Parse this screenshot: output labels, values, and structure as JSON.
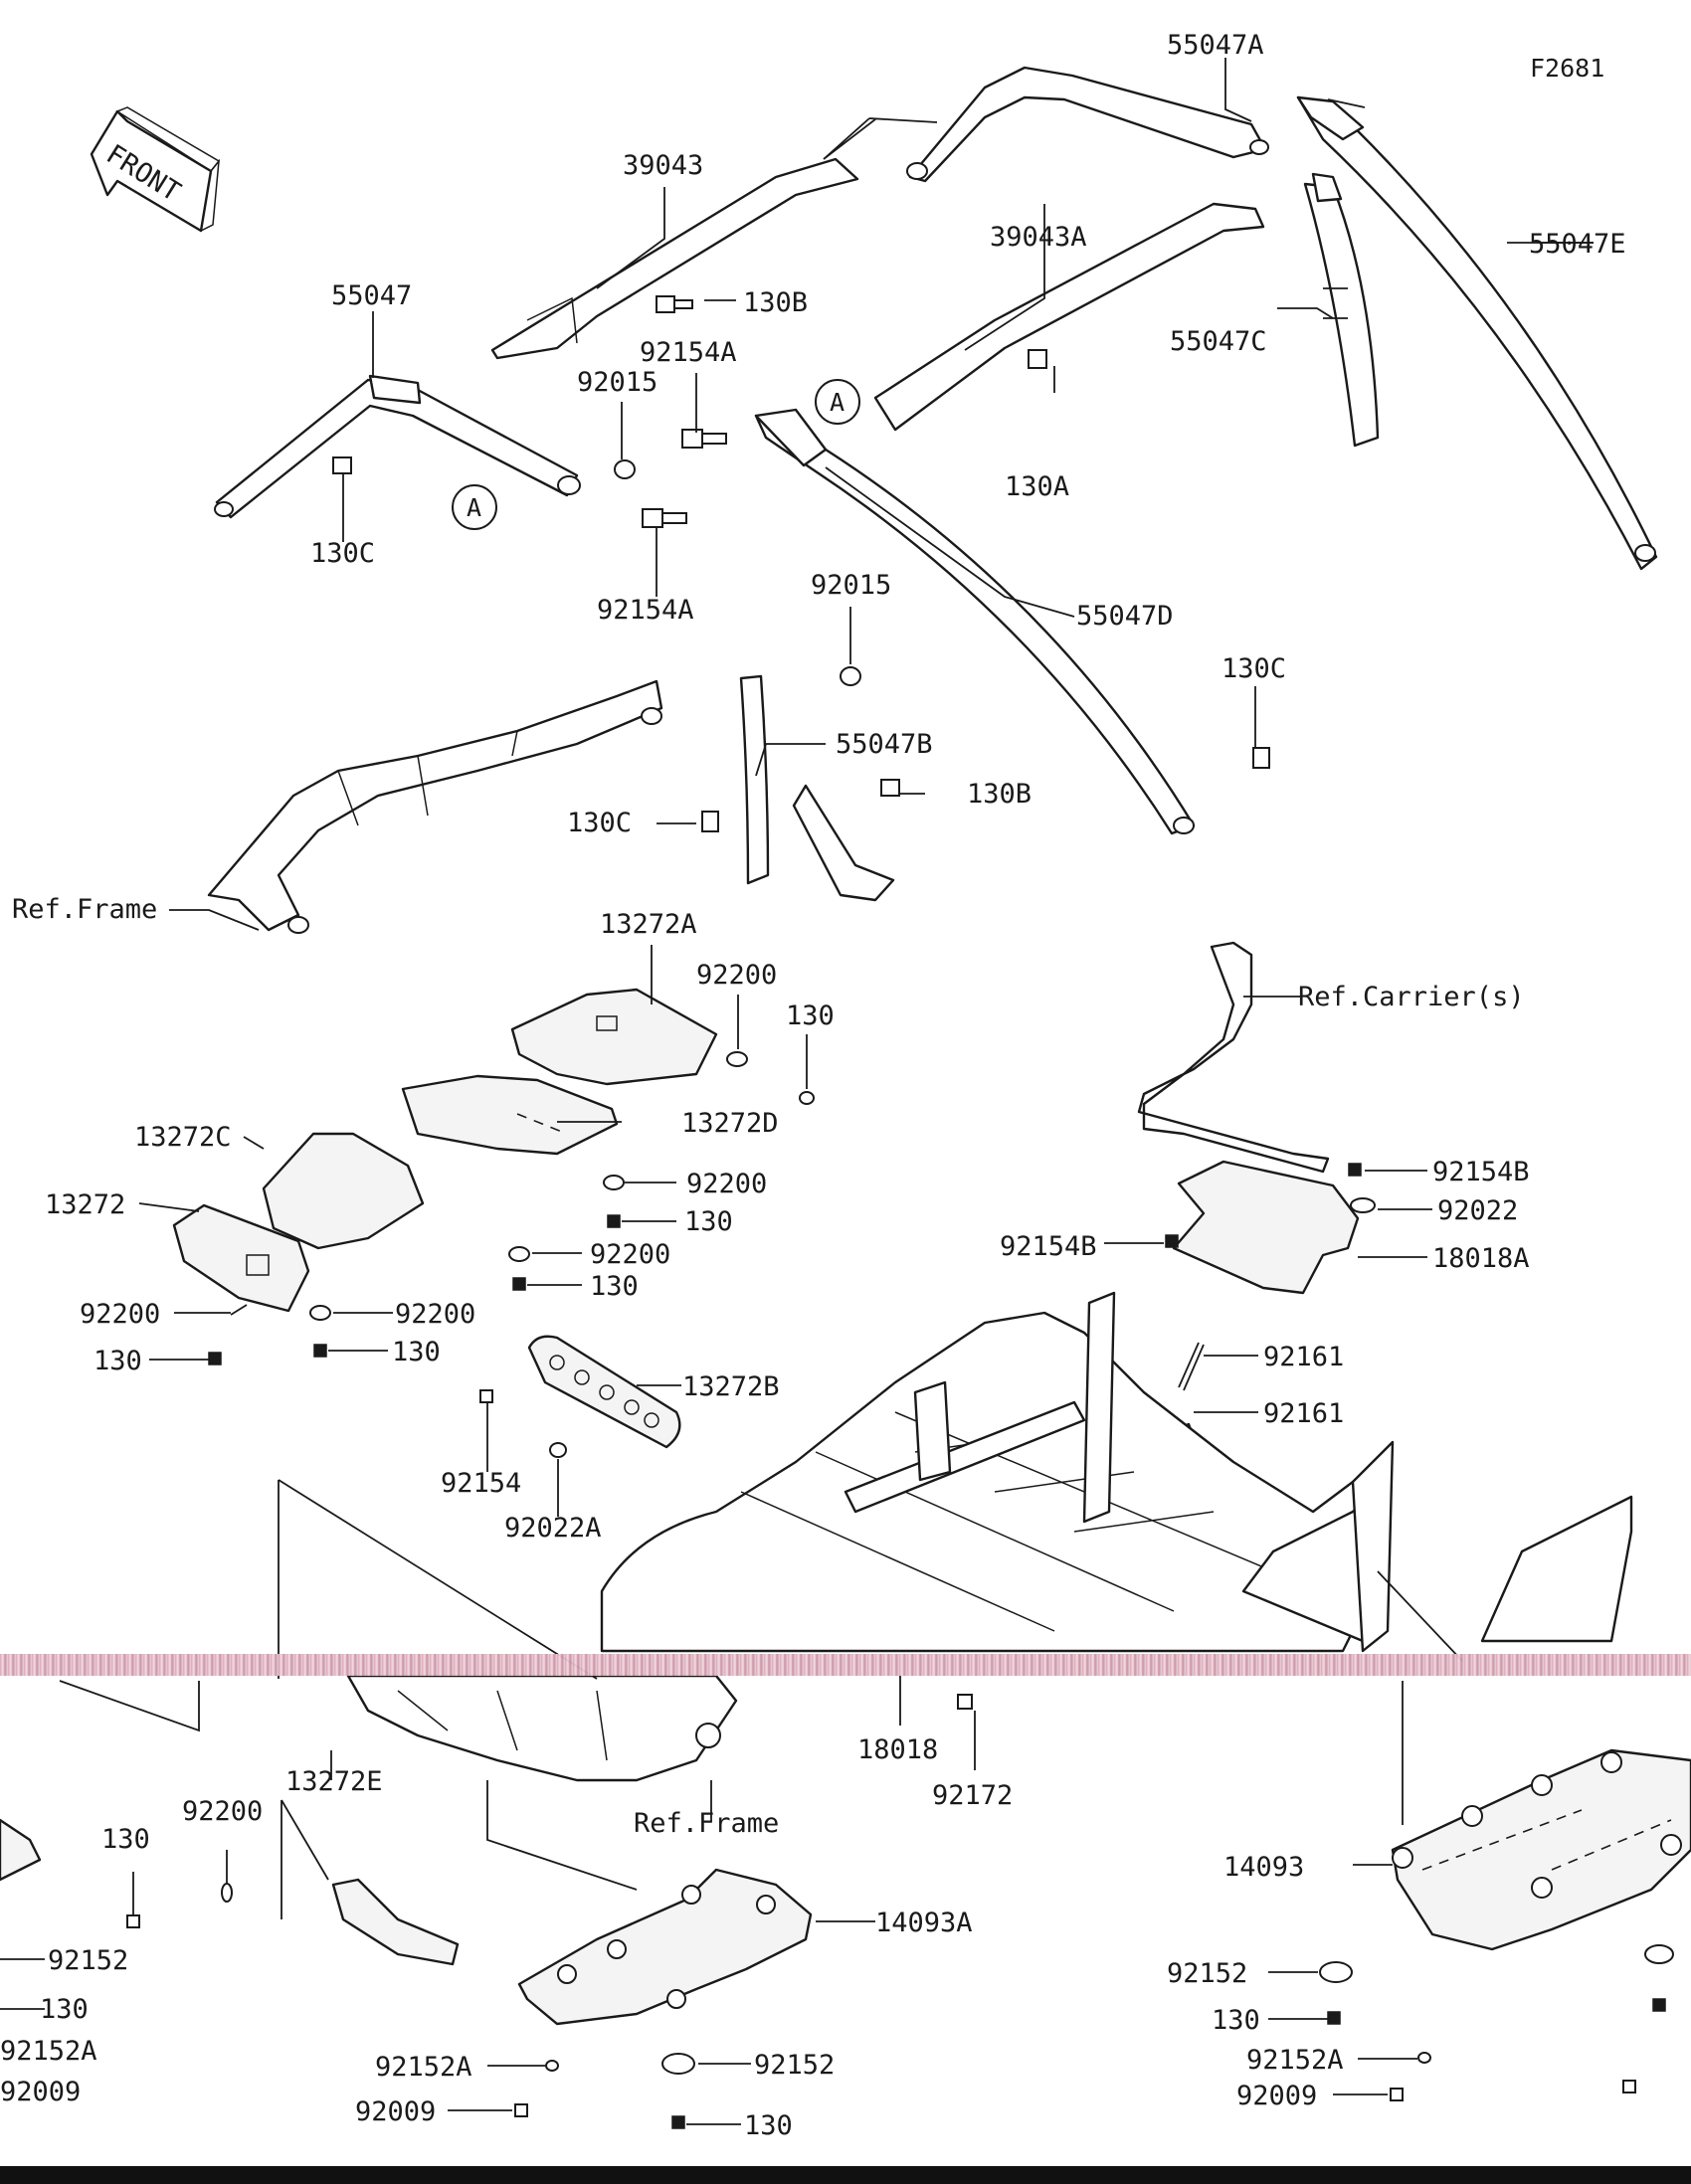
{
  "diagram": {
    "figure_code": "F2681",
    "front_label": "FRONT",
    "callout_letter": "A",
    "part_labels": {
      "p55047A": "55047A",
      "p39043": "39043",
      "p55047E": "55047E",
      "p39043A": "39043A",
      "p55047": "55047",
      "p130B_top": "130B",
      "p92154A_top": "92154A",
      "p92015_top": "92015",
      "p55047C": "55047C",
      "p130A": "130A",
      "p130C_left": "130C",
      "p92154A_mid": "92154A",
      "p92015_mid": "92015",
      "p55047D": "55047D",
      "p130C_right": "130C",
      "p55047B": "55047B",
      "p130C_mid": "130C",
      "p130B_mid": "130B",
      "ref_frame_top": "Ref.Frame",
      "p13272A": "13272A",
      "p92200_a": "92200",
      "p130_a": "130",
      "ref_carriers": "Ref.Carrier(s)",
      "p13272D": "13272D",
      "p13272C": "13272C",
      "p92200_b": "92200",
      "p92154B_right": "92154B",
      "p130_b": "130",
      "p92022": "92022",
      "p13272": "13272",
      "p92154B_left": "92154B",
      "p18018A": "18018A",
      "p92200_c": "92200",
      "p130_c": "130",
      "p92200_d": "92200",
      "p92200_e": "92200",
      "p130_d": "130",
      "p130_e": "130",
      "p92161_a": "92161",
      "p13272B": "13272B",
      "p92161_b": "92161",
      "p92154": "92154",
      "p92022A": "92022A",
      "p18018": "18018",
      "p92172": "92172",
      "p13272E": "13272E",
      "ref_frame_bottom": "Ref.Frame",
      "p92200_f": "92200",
      "p130_f": "130",
      "p14093": "14093",
      "p14093A": "14093A",
      "p92152_a": "92152",
      "p130_g": "130",
      "p92152A_a": "92152A",
      "p92009_a": "92009",
      "p92152A_b": "92152A",
      "p92152_b": "92152",
      "p92009_b": "92009",
      "p130_h": "130",
      "p92152_c": "92152",
      "p130_i": "130",
      "p92152A_c": "92152A",
      "p92009_c": "92009"
    }
  }
}
